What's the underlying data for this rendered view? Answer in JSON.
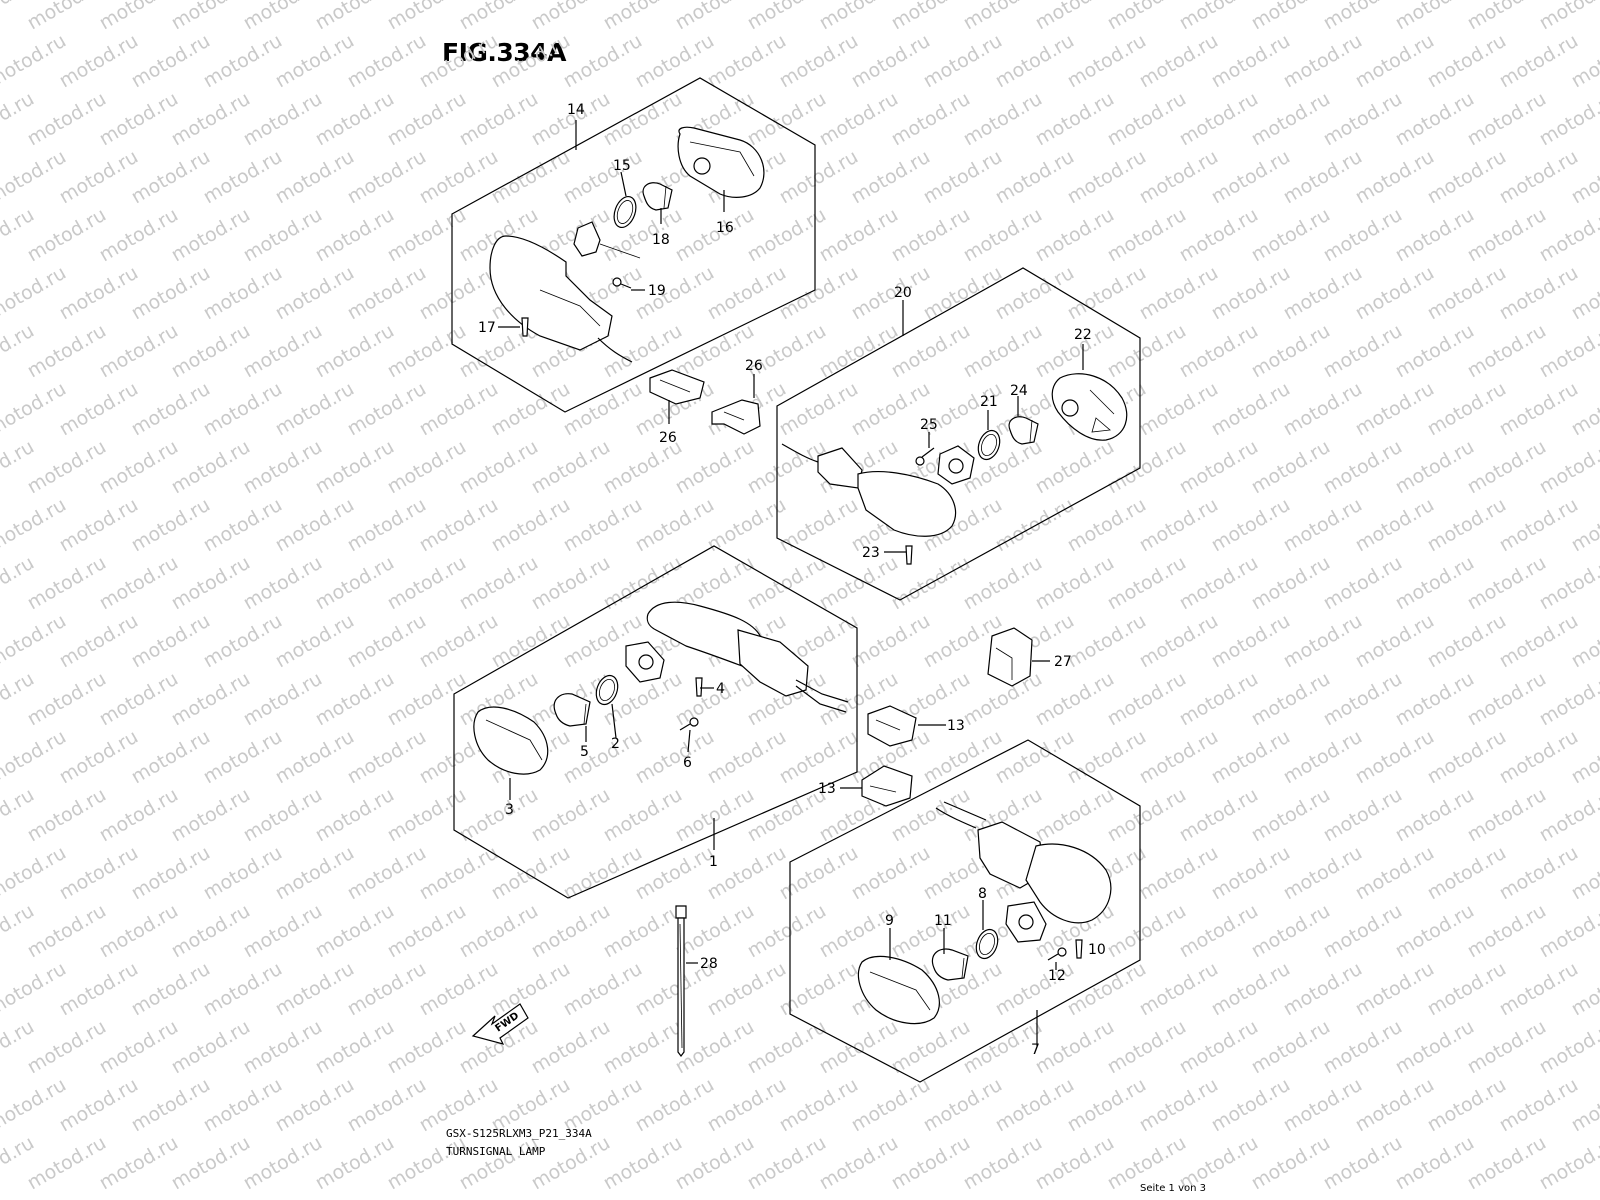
{
  "figure": {
    "title": "FIG.334A",
    "model_code": "GSX-S125RLXM3_P21_334A",
    "description": "TURNSIGNAL LAMP",
    "page_counter": "Seite 1 von 3",
    "watermark": "motod.ru",
    "direction_label": "FWD"
  },
  "callouts": [
    "14",
    "15",
    "16",
    "18",
    "19",
    "17",
    "20",
    "22",
    "26",
    "26",
    "21",
    "24",
    "25",
    "23",
    "27",
    "4",
    "13",
    "2",
    "5",
    "6",
    "3",
    "13",
    "1",
    "8",
    "9",
    "11",
    "10",
    "12",
    "28",
    "7"
  ]
}
